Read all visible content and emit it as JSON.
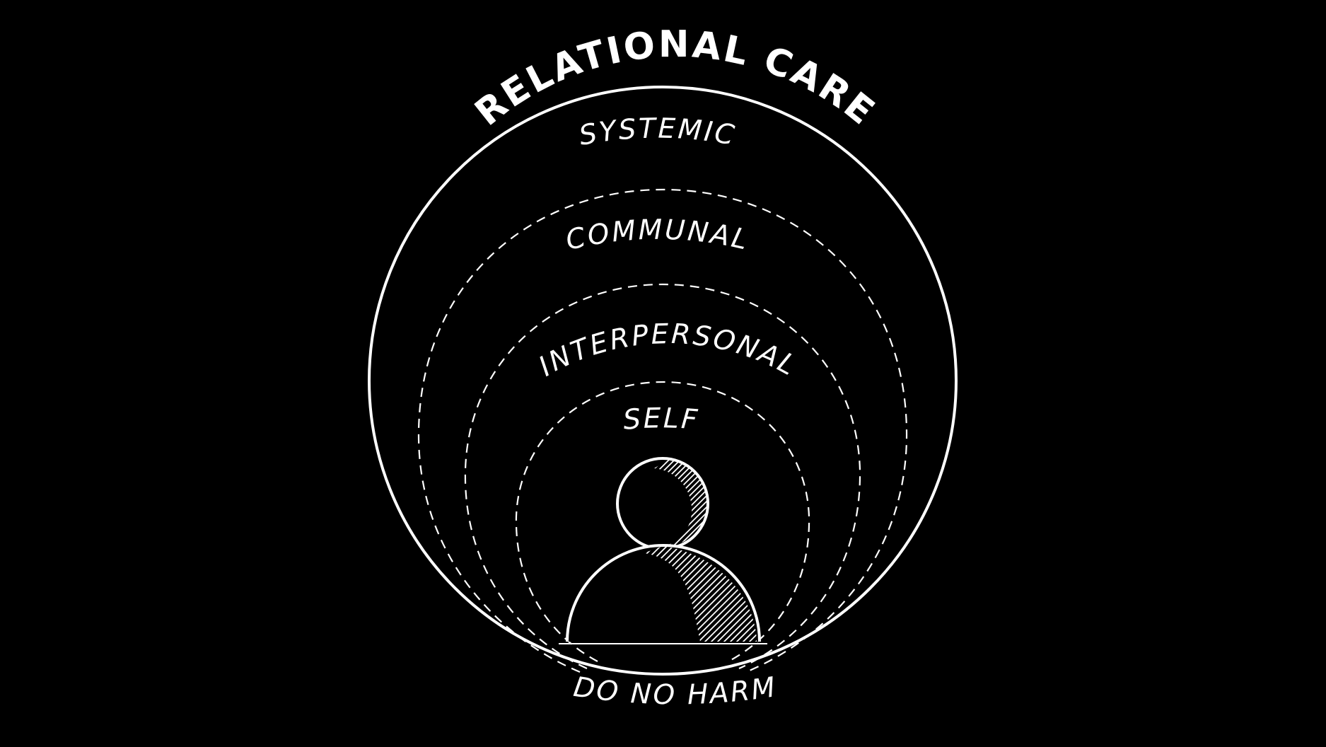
{
  "title": "RELATIONAL CARE",
  "layers": {
    "systemic": "SYSTEMIC",
    "communal": "COMMUNAL",
    "interpersonal": "INTERPERSONAL",
    "self": "SELF"
  },
  "foundation": "DO NO HARM",
  "colors": {
    "background": "#000000",
    "foreground": "#ffffff"
  },
  "icons": [
    "person-icon"
  ]
}
